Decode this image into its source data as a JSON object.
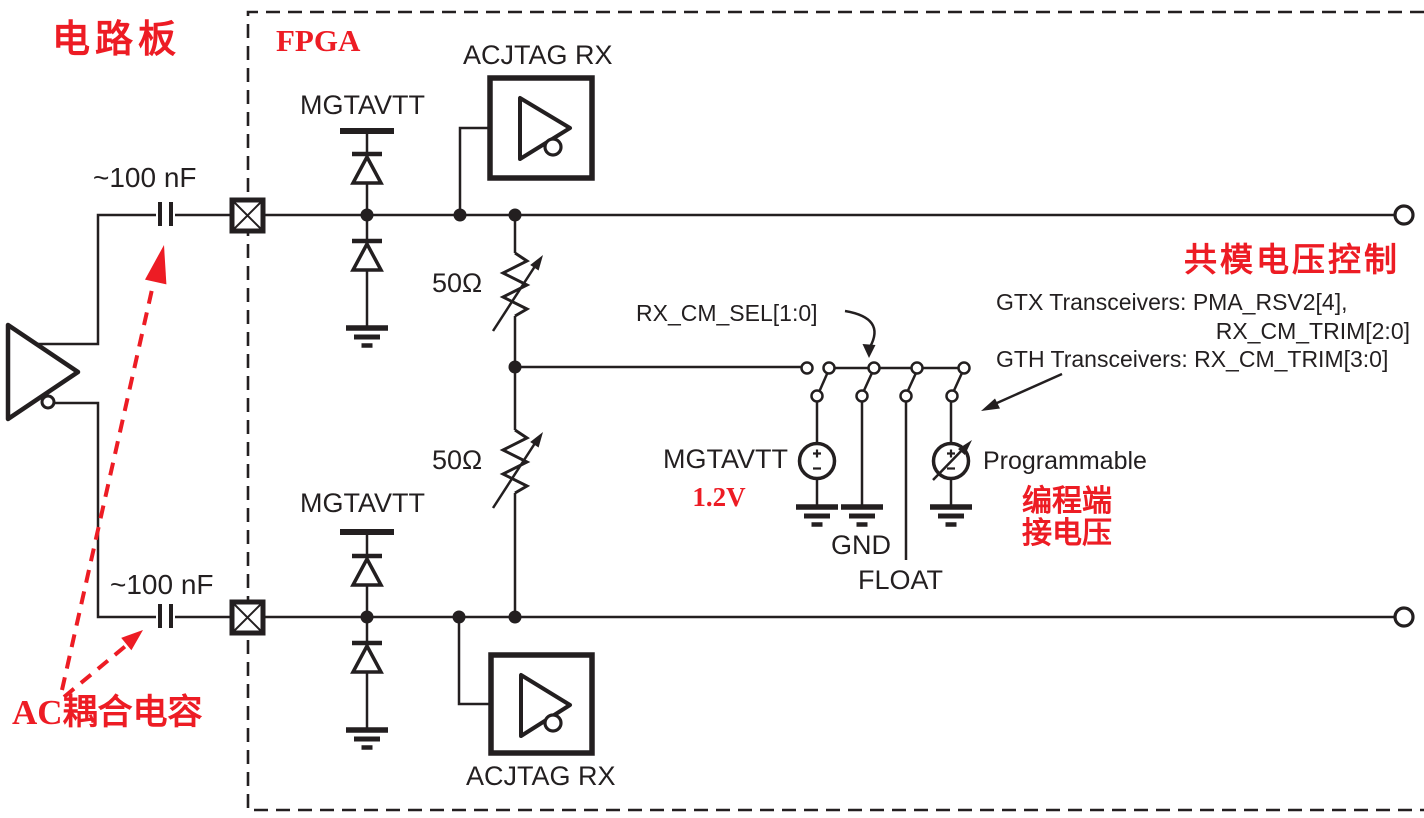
{
  "colors": {
    "ink": "#231f20",
    "accent_red": "#ed1c24",
    "background": "#ffffff"
  },
  "diagram": {
    "board_label": "电路板",
    "fpga_label": "FPGA",
    "ac_coupling_note": "AC耦合电容",
    "top_path": {
      "cap_value": "~100 nF",
      "supply": "MGTAVTT",
      "receiver": "ACJTAG RX",
      "termination": "50Ω"
    },
    "bottom_path": {
      "cap_value": "~100 nF",
      "supply": "MGTAVTT",
      "receiver": "ACJTAG RX",
      "termination": "50Ω"
    },
    "common_mode": {
      "select_signal": "RX_CM_SEL[1:0]",
      "title": "共模电压控制",
      "gtx_line1": "GTX Transceivers: PMA_RSV2[4],",
      "gtx_line2": "RX_CM_TRIM[2:0]",
      "gth_line": "GTH Transceivers: RX_CM_TRIM[3:0]",
      "source_mgtavtt": "MGTAVTT",
      "source_mgtavtt_voltage": "1.2V",
      "option_gnd": "GND",
      "option_float": "FLOAT",
      "option_programmable": "Programmable",
      "programmable_note_line1": "编程端",
      "programmable_note_line2": "接电压"
    }
  }
}
